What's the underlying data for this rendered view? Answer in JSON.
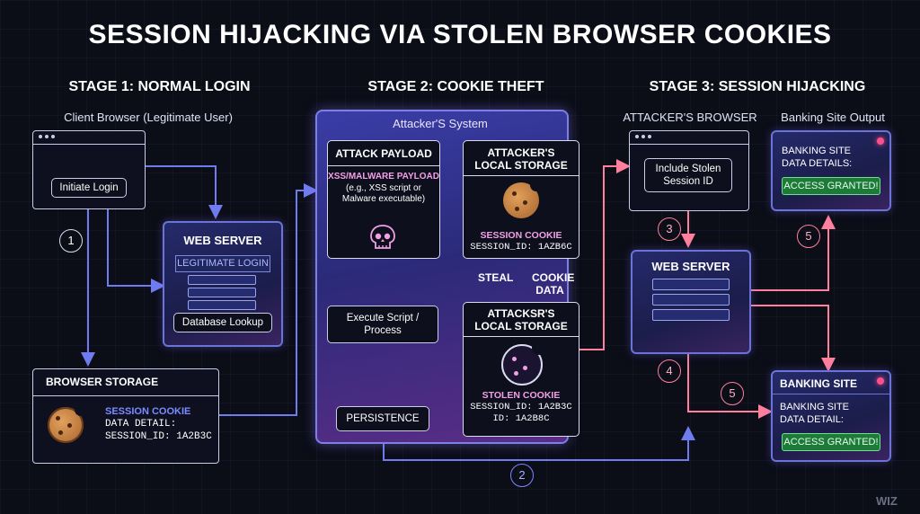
{
  "title": "SESSION HIJACKING VIA STOLEN BROWSER COOKIES",
  "stages": {
    "stage1": "STAGE 1: NORMAL LOGIN",
    "stage2": "STAGE 2: COOKIE THEFT",
    "stage3": "STAGE 3: SESSION HIJACKING"
  },
  "stage1": {
    "client_caption": "Client Browser (Legitimate User)",
    "initiate_login": "Initiate Login",
    "web_server": {
      "title": "WEB SERVER",
      "legit_login": "LEGITIMATE LOGIN",
      "db_lookup": "Database Lookup"
    },
    "browser_storage": {
      "title": "BROWSER STORAGE",
      "cookie_label": "SESSION COOKIE",
      "detail": "DATA DETAIL:",
      "session_id": "SESSION_ID: 1A2B3C"
    },
    "step1": "1"
  },
  "stage2": {
    "system_title": "Attacker'S System",
    "payload": {
      "title": "ATTACK PAYLOAD",
      "subtitle": "XSS/MALWARE PAYLOAD",
      "desc": "(e.g., XSS script or Malware executable)"
    },
    "local_storage1": {
      "title": "ATTACKER'S LOCAL STORAGE",
      "cookie_label": "SESSION COOKIE",
      "session_id": "SESSION_ID: 1AZB6C"
    },
    "steal_label": "STEAL",
    "cookie_data_label": "COOKIE DATA",
    "execute": "Execute Script / Process",
    "local_storage2": {
      "title": "ATTACKSR'S LOCAL STORAGE",
      "cookie_label": "STOLEN COOKIE",
      "session_id": "SESSION_ID: 1A2B3C",
      "id": "ID: 1A2B8C"
    },
    "persistence": "PERSISTENCE",
    "step2": "2"
  },
  "stage3": {
    "browser_caption": "ATTACKER'S BROWSER",
    "include_stolen": "Include Stolen Session ID",
    "output_caption": "Banking Site Output",
    "output_box": {
      "text": "BANKING SITE DATA DETAILS:",
      "button": "ACCESS GRANTED!"
    },
    "web_server": "WEB SERVER",
    "banking_site": {
      "title": "BANKING SITE",
      "text": "BANKING SITE DATA DETAIL:",
      "button": "ACCESS GRANTED!"
    },
    "step3": "3",
    "step4": "4",
    "step5a": "5",
    "step5b": "5"
  },
  "watermark": "WIZ",
  "colors": {
    "background": "#0b0d17",
    "panel_border": "#6b74d6",
    "arrow_blue": "#6f7cf0",
    "arrow_pink": "#ff7f9c",
    "access_green": "#1f7a3a"
  },
  "icons": [
    "browser-window-icon",
    "server-rack-icon",
    "cookie-icon",
    "skull-icon",
    "bitten-cookie-icon",
    "status-dot-icon"
  ]
}
